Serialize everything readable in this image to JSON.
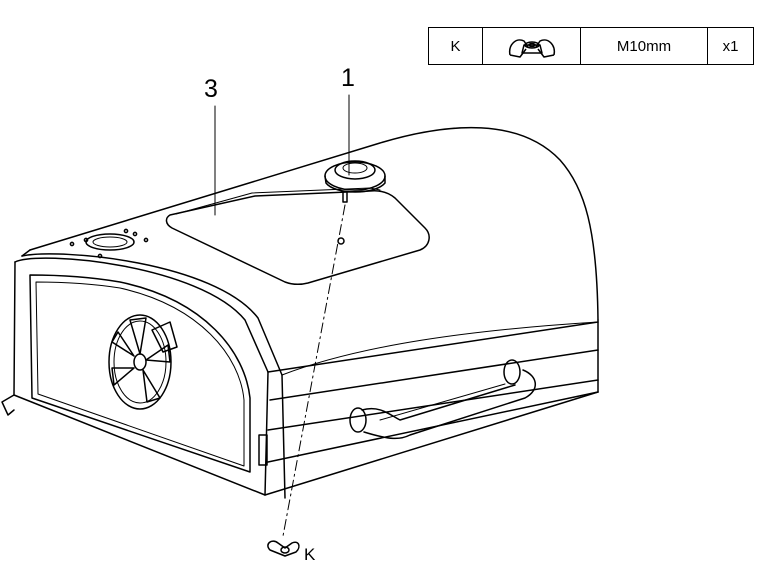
{
  "parts_table": {
    "key": "K",
    "icon": "wing-nut-icon",
    "size": "M10mm",
    "quantity": "x1"
  },
  "callouts": {
    "part_1": "1",
    "part_3": "3",
    "part_k": "K"
  }
}
